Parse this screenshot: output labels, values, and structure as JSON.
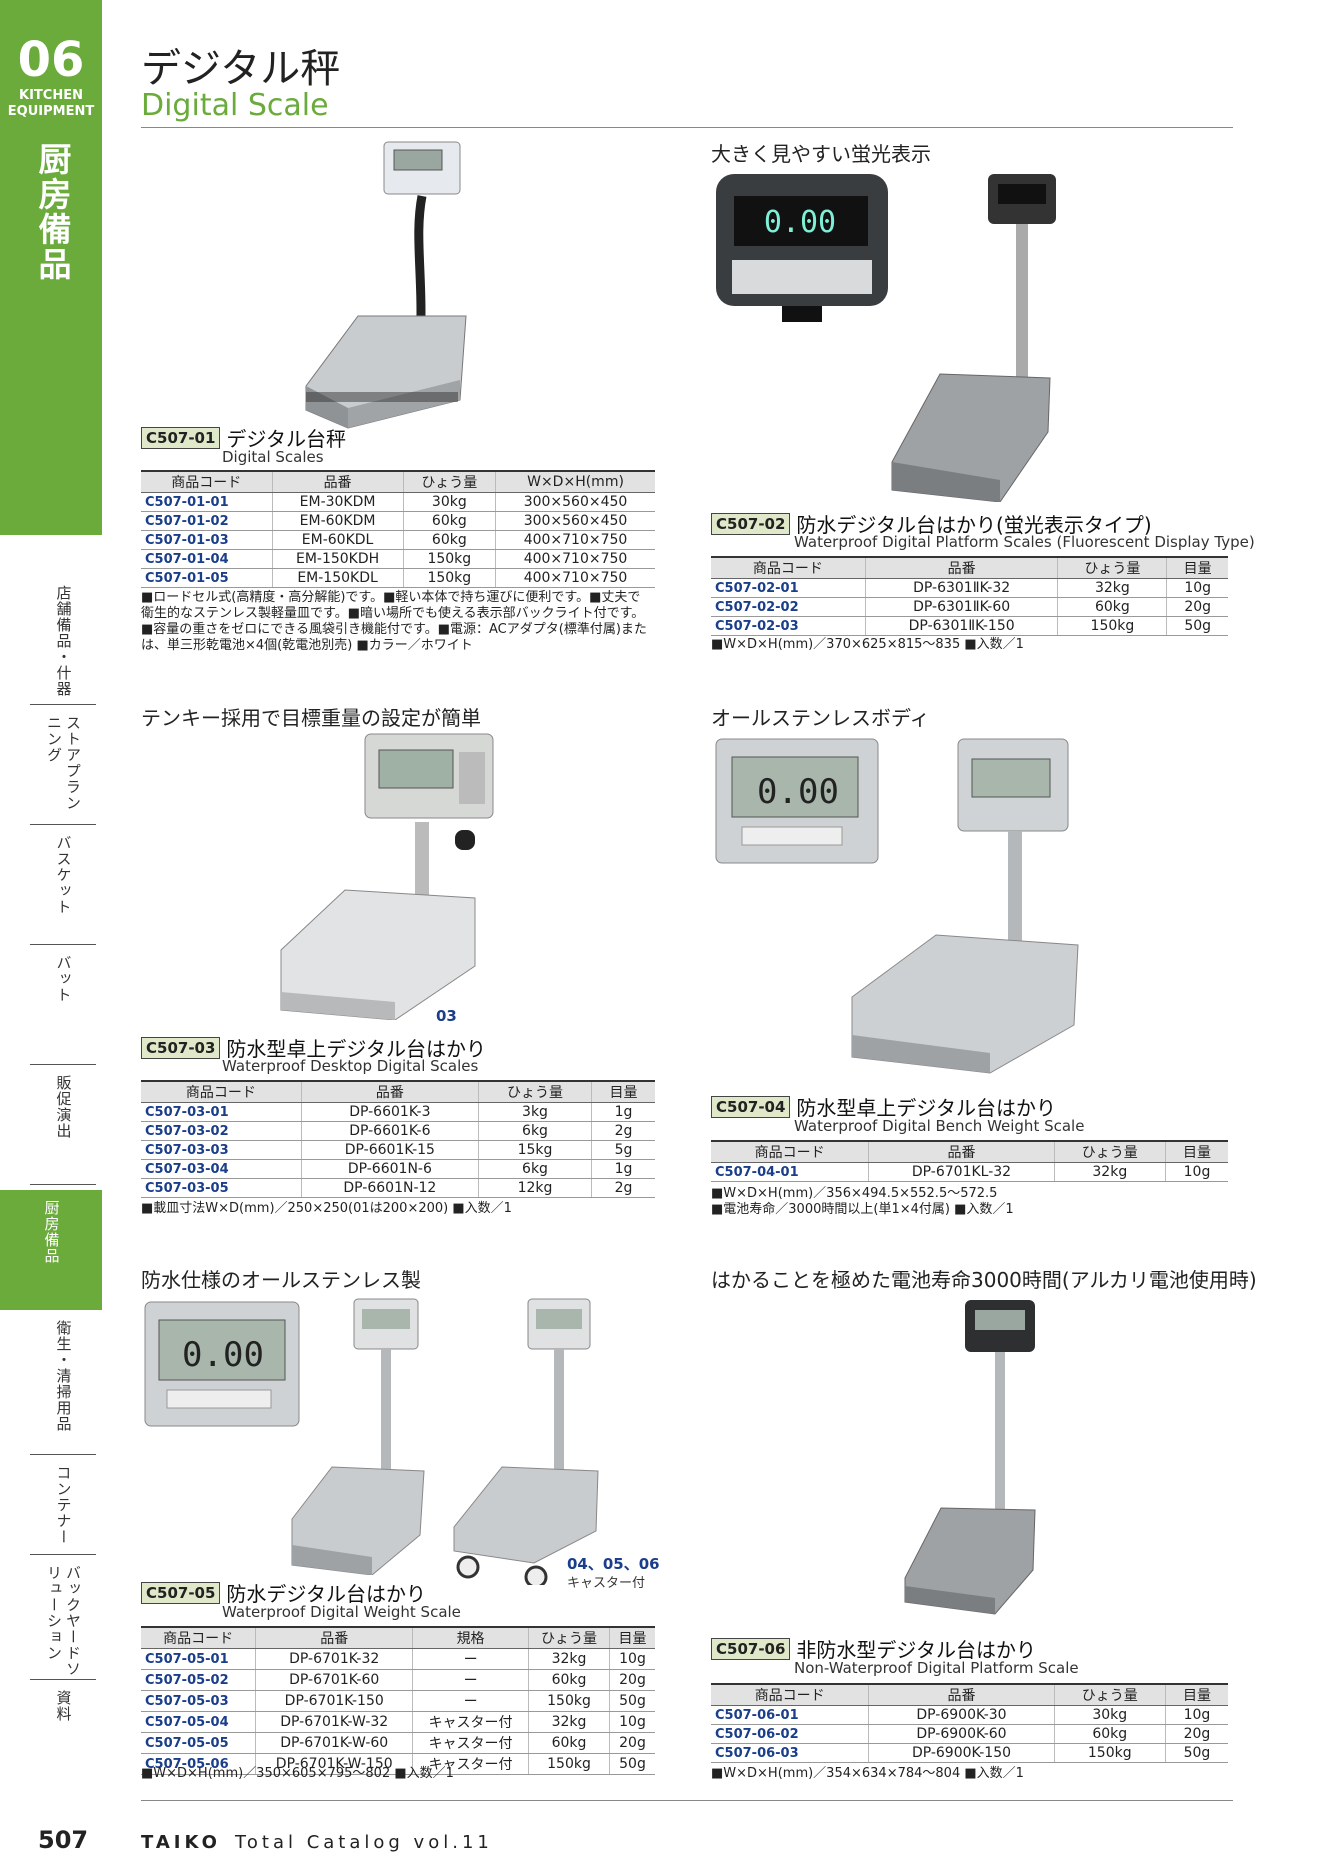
{
  "chapter": {
    "number": "06",
    "english_l1": "KITCHEN",
    "english_l2": "EQUIPMENT",
    "japanese": "厨房備品"
  },
  "nav": [
    "店舗備品・什器",
    "ストアプランニング",
    "バスケット",
    "バット",
    "販促演出",
    "厨房備品",
    "衛生・清掃用品",
    "コンテナー",
    "バックヤードソリューション",
    "資料"
  ],
  "page": {
    "title_jp": "デジタル秤",
    "title_en": "Digital Scale",
    "number": "507",
    "brand": "TAIKO",
    "catalog": "Total Catalog vol.11"
  },
  "s01": {
    "code": "C507-01",
    "name": "デジタル台秤",
    "en": "Digital Scales",
    "headers": [
      "商品コード",
      "品番",
      "ひょう量",
      "W×D×H(mm)"
    ],
    "rows": [
      [
        "C507-01-01",
        "EM-30KDM",
        "30kg",
        "300×560×450"
      ],
      [
        "C507-01-02",
        "EM-60KDM",
        "60kg",
        "300×560×450"
      ],
      [
        "C507-01-03",
        "EM-60KDL",
        "60kg",
        "400×710×750"
      ],
      [
        "C507-01-04",
        "EM-150KDH",
        "150kg",
        "400×710×750"
      ],
      [
        "C507-01-05",
        "EM-150KDL",
        "150kg",
        "400×710×750"
      ]
    ],
    "note": [
      "■ロードセル式(高精度・高分解能)です。■軽い本体で持ち運びに便利です。■丈夫で",
      "衛生的なステンレス製軽量皿です。■暗い場所でも使える表示部バックライト付です。",
      "■容量の重さをゼロにできる風袋引き機能付です。■電源：ACアダプタ(標準付属)また",
      "は、単三形乾電池×4個(乾電池別売) ■カラー／ホワイト"
    ]
  },
  "s02": {
    "headline": "大きく見やすい蛍光表示",
    "code": "C507-02",
    "name": "防水デジタル台はかり(蛍光表示タイプ)",
    "en": "Waterproof Digital Platform Scales (Fluorescent Display Type)",
    "headers": [
      "商品コード",
      "品番",
      "ひょう量",
      "目量"
    ],
    "rows": [
      [
        "C507-02-01",
        "DP-6301ⅡK-32",
        "32kg",
        "10g"
      ],
      [
        "C507-02-02",
        "DP-6301ⅡK-60",
        "60kg",
        "20g"
      ],
      [
        "C507-02-03",
        "DP-6301ⅡK-150",
        "150kg",
        "50g"
      ]
    ],
    "note": [
      "■W×D×H(mm)／370×625×815〜835 ■入数／1"
    ],
    "display": "0.00"
  },
  "s03": {
    "headline": "テンキー採用で目標重量の設定が簡単",
    "code": "C507-03",
    "name": "防水型卓上デジタル台はかり",
    "en": "Waterproof Desktop Digital Scales",
    "label": "03",
    "headers": [
      "商品コード",
      "品番",
      "ひょう量",
      "目量"
    ],
    "rows": [
      [
        "C507-03-01",
        "DP-6601K-3",
        "3kg",
        "1g"
      ],
      [
        "C507-03-02",
        "DP-6601K-6",
        "6kg",
        "2g"
      ],
      [
        "C507-03-03",
        "DP-6601K-15",
        "15kg",
        "5g"
      ],
      [
        "C507-03-04",
        "DP-6601N-6",
        "6kg",
        "1g"
      ],
      [
        "C507-03-05",
        "DP-6601N-12",
        "12kg",
        "2g"
      ]
    ],
    "note": [
      "■載皿寸法W×D(mm)／250×250(01は200×200) ■入数／1"
    ]
  },
  "s04": {
    "headline": "オールステンレスボディ",
    "code": "C507-04",
    "name": "防水型卓上デジタル台はかり",
    "en": "Waterproof Digital Bench Weight Scale",
    "headers": [
      "商品コード",
      "品番",
      "ひょう量",
      "目量"
    ],
    "rows": [
      [
        "C507-04-01",
        "DP-6701KL-32",
        "32kg",
        "10g"
      ]
    ],
    "note": [
      "■W×D×H(mm)／356×494.5×552.5〜572.5",
      "■電池寿命／3000時間以上(単1×4付属) ■入数／1"
    ],
    "display": "0.00"
  },
  "s05": {
    "headline": "防水仕様のオールステンレス製",
    "code": "C507-05",
    "name": "防水デジタル台はかり",
    "en": "Waterproof Digital Weight Scale",
    "label": "04、05、06",
    "label2": "キャスター付",
    "headers": [
      "商品コード",
      "品番",
      "規格",
      "ひょう量",
      "目量"
    ],
    "rows": [
      [
        "C507-05-01",
        "DP-6701K-32",
        "ー",
        "32kg",
        "10g"
      ],
      [
        "C507-05-02",
        "DP-6701K-60",
        "ー",
        "60kg",
        "20g"
      ],
      [
        "C507-05-03",
        "DP-6701K-150",
        "ー",
        "150kg",
        "50g"
      ],
      [
        "C507-05-04",
        "DP-6701K-W-32",
        "キャスター付",
        "32kg",
        "10g"
      ],
      [
        "C507-05-05",
        "DP-6701K-W-60",
        "キャスター付",
        "60kg",
        "20g"
      ],
      [
        "C507-05-06",
        "DP-6701K-W-150",
        "キャスター付",
        "150kg",
        "50g"
      ]
    ],
    "note": [
      "■W×D×H(mm)／350×605×795〜802 ■入数／1"
    ],
    "display": "0.00"
  },
  "s06": {
    "headline": "はかることを極めた電池寿命3000時間(アルカリ電池使用時)",
    "code": "C507-06",
    "name": "非防水型デジタル台はかり",
    "en": "Non-Waterproof Digital Platform Scale",
    "headers": [
      "商品コード",
      "品番",
      "ひょう量",
      "目量"
    ],
    "rows": [
      [
        "C507-06-01",
        "DP-6900K-30",
        "30kg",
        "10g"
      ],
      [
        "C507-06-02",
        "DP-6900K-60",
        "60kg",
        "20g"
      ],
      [
        "C507-06-03",
        "DP-6900K-150",
        "150kg",
        "50g"
      ]
    ],
    "note": [
      "■W×D×H(mm)／354×634×784〜804 ■入数／1"
    ]
  }
}
